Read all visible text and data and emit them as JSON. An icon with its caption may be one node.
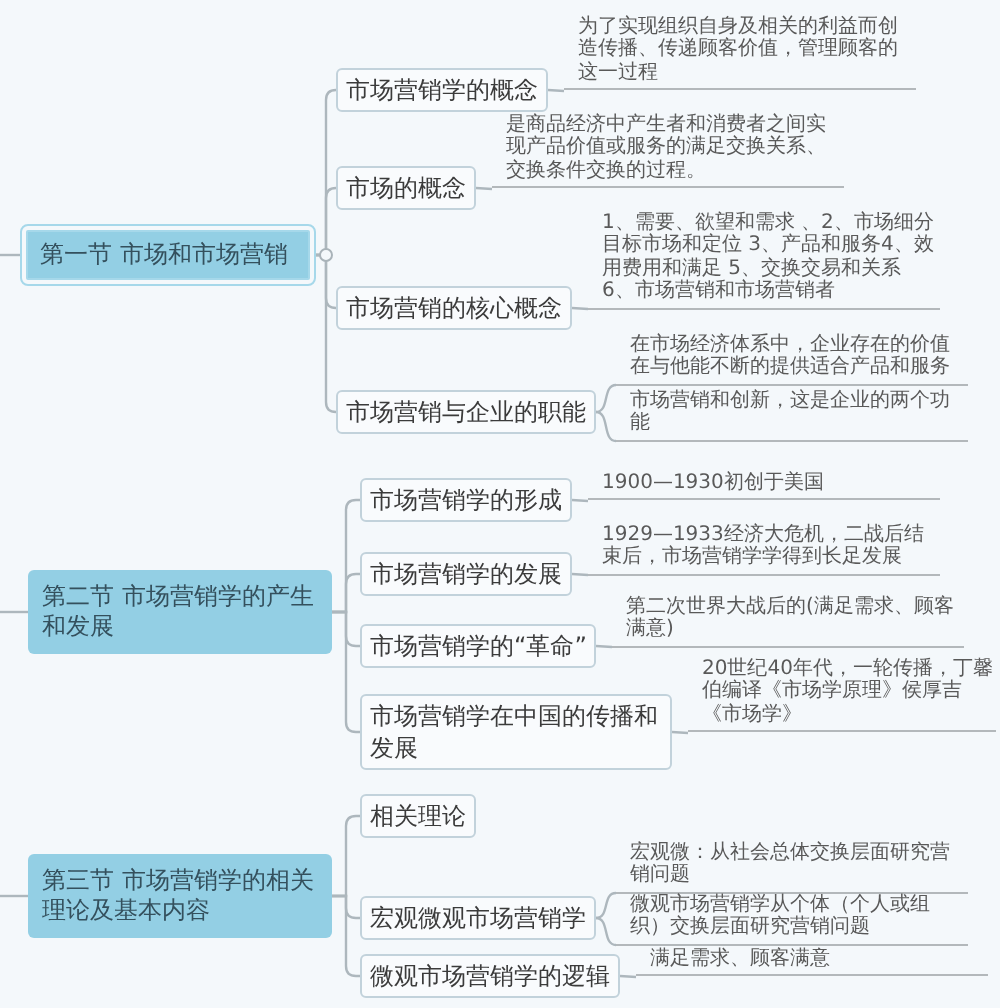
{
  "diagram": {
    "nodes": [
      {
        "text": [
          "第一节 市场和市场营销"
        ]
      },
      {
        "text": [
          "市场营销学的概念"
        ]
      },
      {
        "text": [
          "为了实现组织自身及相关的利益而创造传播、传递顾客价值，管理顾客的这一过程"
        ]
      },
      {
        "text": [
          "市场的概念"
        ]
      },
      {
        "text": [
          "是商品经济中产生者和消费者之间实现产品价值或服务的满足交换关系、交换条件交换的过程。"
        ]
      },
      {
        "text": [
          "市场营销的核心概念"
        ]
      },
      {
        "text": [
          "1、需要、欲望和需求 、2、市场细分目标市场和定位 3、产品和服务4、效用费用和满足 5、交换交易和关系 6、市场营销和市场营销者"
        ]
      },
      {
        "text": [
          "市场营销与企业的职能"
        ]
      },
      {
        "text": [
          "在市场经济体系中，企业存在的价值在与他能不断的提供适合产品和服务"
        ]
      },
      {
        "text": [
          "市场营销和创新，这是企业的两个功能"
        ]
      },
      {
        "text": [
          "第二节 市场营销学的产生和发展"
        ]
      },
      {
        "text": [
          "市场营销学的形成"
        ]
      },
      {
        "text": [
          "1900—1930初创于美国"
        ]
      },
      {
        "text": [
          "市场营销学的发展"
        ]
      },
      {
        "text": [
          "1929—1933经济大危机，二战后结束后，市场营销学学得到长足发展"
        ]
      },
      {
        "text": [
          "市场营销学的“革命”"
        ]
      },
      {
        "text": [
          "第二次世界大战后的(满足需求、顾客满意)"
        ]
      },
      {
        "text": [
          "市场营销学在中国的传播和发展"
        ]
      },
      {
        "text": [
          "20世纪40年代，一轮传播，丁馨伯编译《市场学原理》侯厚吉《市场学》"
        ]
      },
      {
        "text": [
          "第三节 市场营销学的相关理论及基本内容"
        ]
      },
      {
        "text": [
          "相关理论"
        ]
      },
      {
        "text": [
          "宏观微观市场营销学"
        ]
      },
      {
        "text": [
          "宏观微：从社会总体交换层面研究营销问题"
        ]
      },
      {
        "text": [
          "微观市场营销学从个体（个人或组织）交换层面研究营销问题"
        ]
      },
      {
        "text": [
          "微观市场营销学的逻辑"
        ]
      },
      {
        "text": [
          "满足需求、顾客满意"
        ]
      }
    ],
    "edges": [
      {
        "from": null,
        "to": 0,
        "arrow": "none"
      },
      {
        "from": 0,
        "to": 1,
        "arrow": "none"
      },
      {
        "from": 0,
        "to": 3,
        "arrow": "none"
      },
      {
        "from": 0,
        "to": 5,
        "arrow": "none"
      },
      {
        "from": 0,
        "to": 7,
        "arrow": "none"
      },
      {
        "from": 1,
        "to": 2,
        "arrow": "none"
      },
      {
        "from": 3,
        "to": 4,
        "arrow": "none"
      },
      {
        "from": 5,
        "to": 6,
        "arrow": "none"
      },
      {
        "from": 7,
        "to": 8,
        "arrow": "none"
      },
      {
        "from": 7,
        "to": 9,
        "arrow": "none"
      },
      {
        "from": null,
        "to": 10,
        "arrow": "none"
      },
      {
        "from": 10,
        "to": 11,
        "arrow": "none"
      },
      {
        "from": 10,
        "to": 13,
        "arrow": "none"
      },
      {
        "from": 10,
        "to": 15,
        "arrow": "none"
      },
      {
        "from": 10,
        "to": 17,
        "arrow": "none"
      },
      {
        "from": 11,
        "to": 12,
        "arrow": "none"
      },
      {
        "from": 13,
        "to": 14,
        "arrow": "none"
      },
      {
        "from": 15,
        "to": 16,
        "arrow": "none"
      },
      {
        "from": 17,
        "to": 18,
        "arrow": "none"
      },
      {
        "from": null,
        "to": 19,
        "arrow": "none"
      },
      {
        "from": 19,
        "to": 20,
        "arrow": "none"
      },
      {
        "from": 19,
        "to": 21,
        "arrow": "none"
      },
      {
        "from": 19,
        "to": 24,
        "arrow": "none"
      },
      {
        "from": 21,
        "to": 22,
        "arrow": "none"
      },
      {
        "from": 21,
        "to": 23,
        "arrow": "none"
      },
      {
        "from": 24,
        "to": 25,
        "arrow": "none"
      }
    ]
  }
}
